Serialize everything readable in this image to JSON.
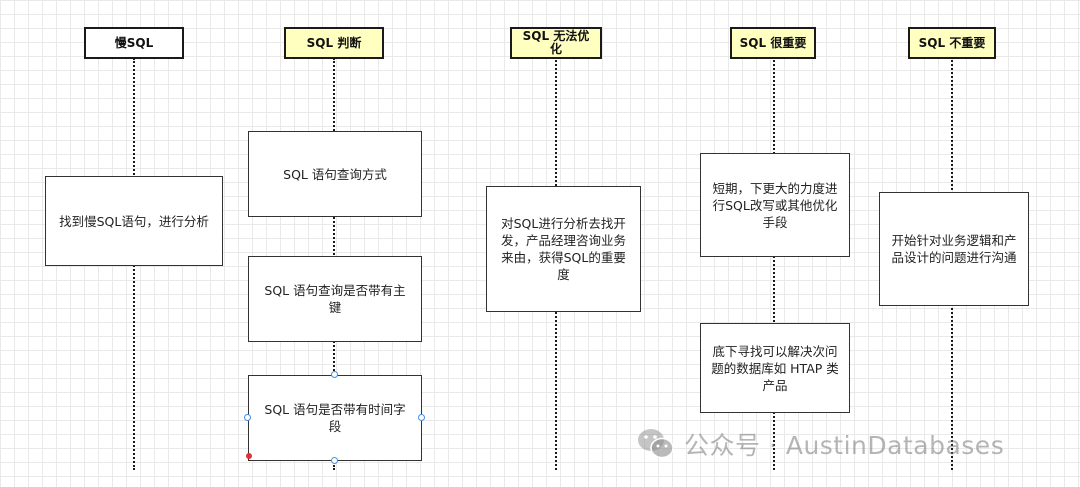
{
  "lanes": [
    {
      "header": "慢SQL",
      "style": "white"
    },
    {
      "header": "SQL 判断",
      "style": "yellow"
    },
    {
      "header": "SQL 无法优化",
      "style": "yellow"
    },
    {
      "header": "SQL 很重要",
      "style": "yellow"
    },
    {
      "header": "SQL 不重要",
      "style": "yellow"
    }
  ],
  "boxes": {
    "find_slow_sql": "找到慢SQL语句，进行分析",
    "query_method": "SQL 语句查询方式",
    "has_primary_key": "SQL 语句查询是否带有主键",
    "has_time_field": "SQL 语句是否带有时间字段",
    "analyze_business": "对SQL进行分析去找开发，产品经理咨询业务来由，获得SQL的重要度",
    "short_term": "短期，下更大的力度进行SQL改写或其他优化手段",
    "long_term": "底下寻找可以解决次问题的数据库如 HTAP 类产品",
    "communicate": "开始针对业务逻辑和产品设计的问题进行沟通"
  },
  "watermark": {
    "text": "公众号 · AustinDatabases",
    "icon": "wechat-icon"
  },
  "colors": {
    "header_yellow": "#ffffc0",
    "line": "#1a1a1a",
    "selection_handle": "#4a8fe0"
  }
}
